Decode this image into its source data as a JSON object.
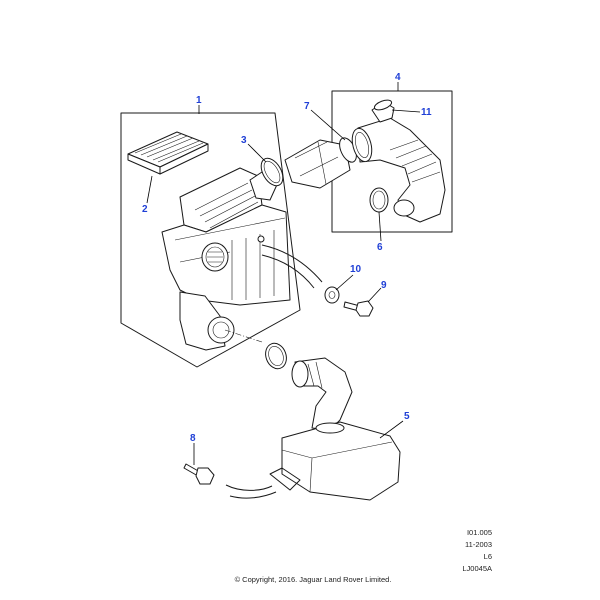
{
  "callouts": [
    {
      "id": "1",
      "label": "1"
    },
    {
      "id": "2",
      "label": "2"
    },
    {
      "id": "3",
      "label": "3"
    },
    {
      "id": "4",
      "label": "4"
    },
    {
      "id": "5",
      "label": "5"
    },
    {
      "id": "6",
      "label": "6"
    },
    {
      "id": "7",
      "label": "7"
    },
    {
      "id": "8",
      "label": "8"
    },
    {
      "id": "9",
      "label": "9"
    },
    {
      "id": "10",
      "label": "10"
    },
    {
      "id": "11",
      "label": "11"
    }
  ],
  "meta": {
    "ref": "I01.005",
    "date": "11-2003",
    "model": "L6",
    "code": "LJ0045A"
  },
  "copyright": "© Copyright, 2016. Jaguar Land Rover Limited.",
  "colors": {
    "callout": "#1f3fd6",
    "line": "#1a1a1a"
  }
}
